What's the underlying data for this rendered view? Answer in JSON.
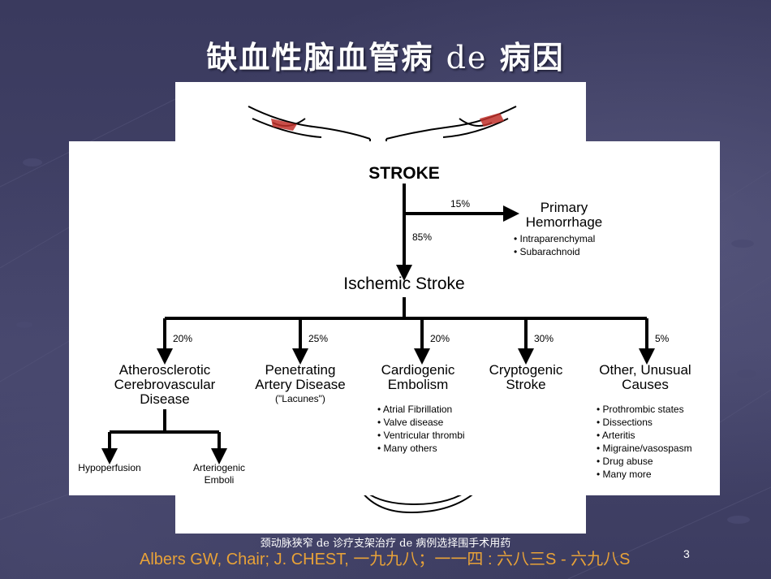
{
  "slide": {
    "title_cn": "缺血性脑血管病",
    "title_de": "de",
    "title_cn2": "病因",
    "citation": "Albers GW, Chair; J. CHEST, 一九九八；一一四 : 六八三S - 六九八S",
    "footer": "颈动脉狭窄 de 诊疗支架治疗 de 病例选择围手术用药",
    "page_number": "3"
  },
  "diagram": {
    "root": "STROKE",
    "primary": {
      "percent": "15%",
      "label_line1": "Primary",
      "label_line2": "Hemorrhage",
      "bullets": [
        "• Intraparenchymal",
        "• Subarachnoid"
      ]
    },
    "ischemic_percent": "85%",
    "ischemic": "Ischemic Stroke",
    "categories": [
      {
        "percent": "20%",
        "lines": [
          "Atherosclerotic",
          "Cerebrovascular",
          "Disease"
        ]
      },
      {
        "percent": "25%",
        "lines": [
          "Penetrating",
          "Artery Disease",
          "(\"Lacunes\")"
        ]
      },
      {
        "percent": "20%",
        "lines": [
          "Cardiogenic",
          "Embolism"
        ],
        "bullets": [
          "• Atrial Fibrillation",
          "• Valve disease",
          "• Ventricular thrombi",
          "• Many others"
        ]
      },
      {
        "percent": "30%",
        "lines": [
          "Cryptogenic",
          "Stroke"
        ]
      },
      {
        "percent": "5%",
        "lines": [
          "Other, Unusual",
          "Causes"
        ],
        "bullets": [
          "• Prothrombic states",
          "• Dissections",
          "• Arteritis",
          "• Migraine/vasospasm",
          "• Drug abuse",
          "• Many more"
        ]
      }
    ],
    "sub": [
      "Hypoperfusion",
      "Arteriogenic",
      "Emboli"
    ]
  }
}
